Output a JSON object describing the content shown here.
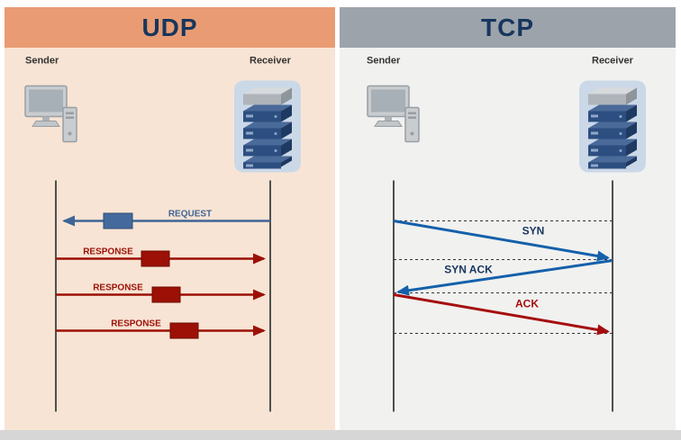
{
  "diagram": {
    "type": "protocol-sequence-comparison",
    "panels": [
      {
        "id": "udp",
        "title": "UDP",
        "sender_label": "Sender",
        "receiver_label": "Receiver",
        "sender_icon": "desktop-computer-icon",
        "receiver_icon": "server-rack-icon",
        "messages": [
          {
            "label": "REQUEST",
            "from": "receiver",
            "to": "sender",
            "color": "#3E6596",
            "packet": true
          },
          {
            "label": "RESPONSE",
            "from": "sender",
            "to": "receiver",
            "color": "#9C1006",
            "packet": true
          },
          {
            "label": "RESPONSE",
            "from": "sender",
            "to": "receiver",
            "color": "#9C1006",
            "packet": true
          },
          {
            "label": "RESPONSE",
            "from": "sender",
            "to": "receiver",
            "color": "#9C1006",
            "packet": true
          }
        ]
      },
      {
        "id": "tcp",
        "title": "TCP",
        "sender_label": "Sender",
        "receiver_label": "Receiver",
        "sender_icon": "desktop-computer-icon",
        "receiver_icon": "server-rack-icon",
        "messages": [
          {
            "label": "SYN",
            "from": "sender",
            "to": "receiver",
            "color": "#1460AA"
          },
          {
            "label": "SYN ACK",
            "from": "receiver",
            "to": "sender",
            "color": "#1460AA"
          },
          {
            "label": "ACK",
            "from": "sender",
            "to": "receiver",
            "color": "#A50D0D"
          }
        ]
      }
    ]
  },
  "colors": {
    "udp-header": "#E99C74",
    "udp-body": "#F8E4D4",
    "tcp-header": "#9DA3AB",
    "tcp-body": "#F1F1F0",
    "title-text": "#17365D",
    "request-blue": "#3E6596",
    "response-red": "#9C1006",
    "syn-blue": "#1460AA",
    "ack-red": "#A50D0D"
  }
}
